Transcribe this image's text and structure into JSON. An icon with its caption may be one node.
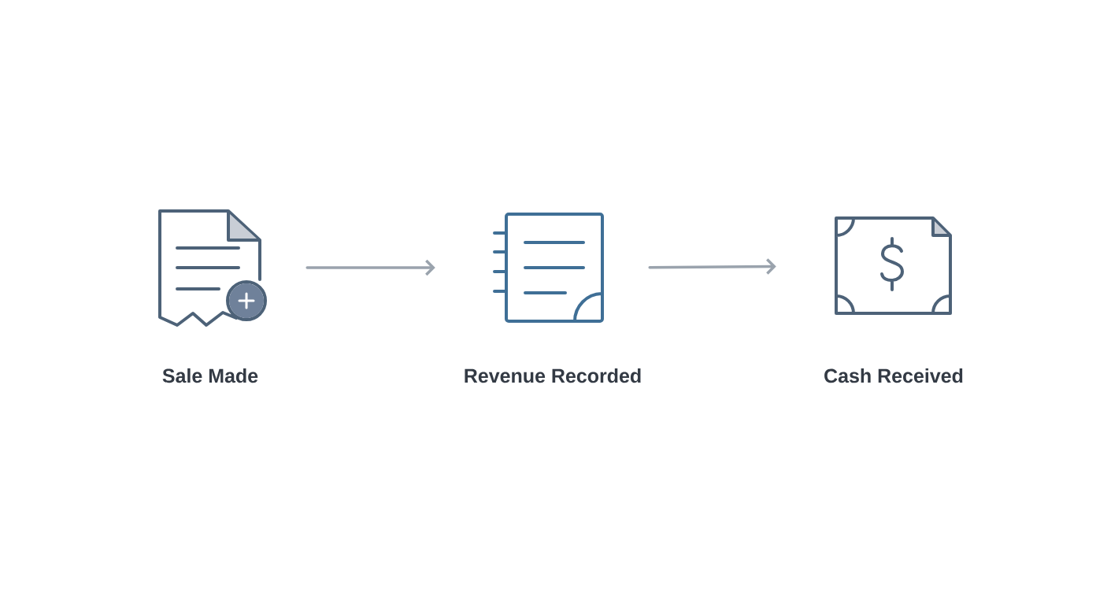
{
  "diagram": {
    "nodes": [
      {
        "text": [
          "Sale Made"
        ]
      },
      {
        "text": [
          "Revenue Recorded"
        ]
      },
      {
        "text": [
          "Cash Received"
        ]
      }
    ],
    "edges": [
      {
        "from": 0,
        "to": 1,
        "arrow": "to"
      },
      {
        "from": 1,
        "to": 2,
        "arrow": "to"
      }
    ]
  }
}
